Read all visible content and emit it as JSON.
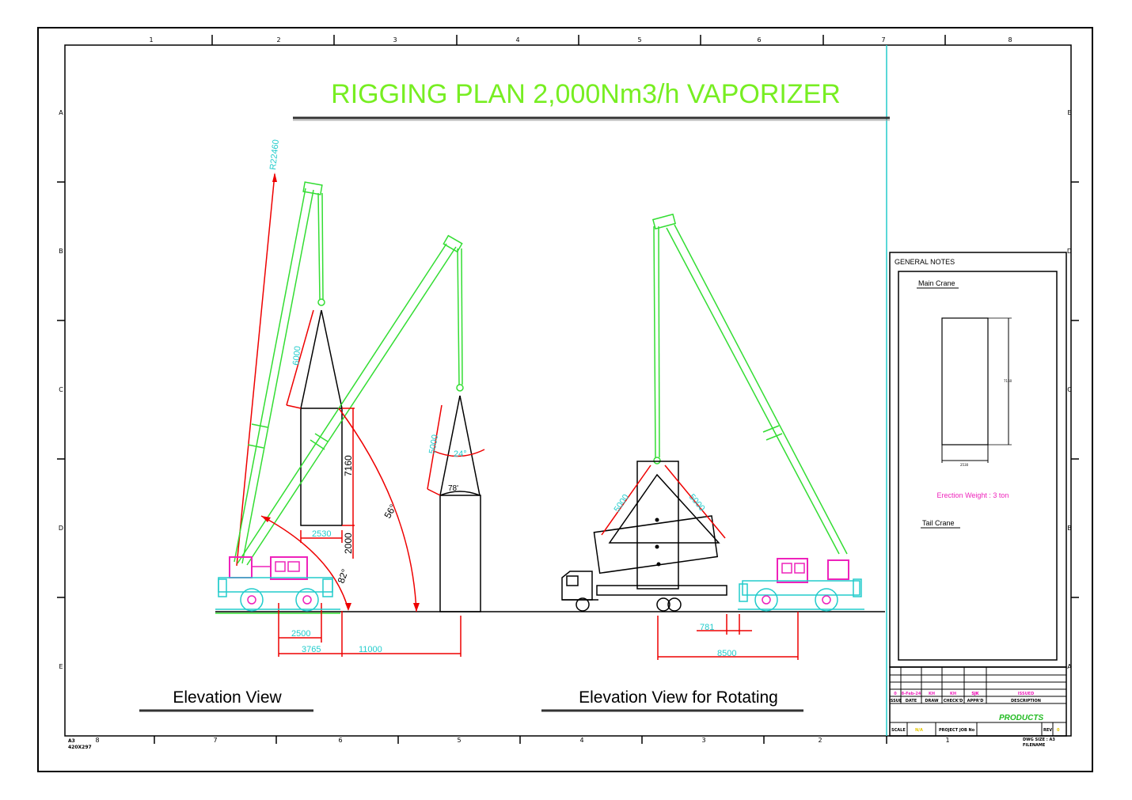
{
  "title": "RIGGING  PLAN  2,000Nm3/h VAPORIZER",
  "colors": {
    "crane_boom": "#33dd33",
    "dimension": "#ee0000",
    "dimension_text": "#22cccc",
    "cab": "#ee22bb",
    "chassis": "#22cccc",
    "title": "#77ee22",
    "frame": "#000000"
  },
  "border": {
    "top_zones": [
      "1",
      "2",
      "3",
      "4",
      "5",
      "6",
      "7",
      "8"
    ],
    "bottom_zones": [
      "8",
      "7",
      "6",
      "5",
      "4",
      "3",
      "2",
      "1"
    ],
    "left_zones": [
      "A",
      "B",
      "C",
      "D",
      "E"
    ],
    "right_zones": [
      "E",
      "D",
      "C",
      "B",
      "A"
    ],
    "paper": [
      "A3",
      "420X297"
    ]
  },
  "views": {
    "left_label": "Elevation View",
    "right_label": "Elevation View for Rotating"
  },
  "dimensions": {
    "boom_length": "R22460",
    "sling_left": "6000",
    "height_vessel": "7160",
    "width_vessel": "2530",
    "base_height": "2000",
    "angle_82": "82°",
    "angle_56": "56°",
    "sling_mid": "5000",
    "angle_24": "24°",
    "angle_78": "78'",
    "dim_2500": "2500",
    "dim_3765": "3765",
    "dim_11000": "11000",
    "sling_rot_left": "5000",
    "sling_rot_right": "5000",
    "dim_781": "781",
    "dim_8500": "8500"
  },
  "notes_panel": {
    "heading": "GENERAL NOTES",
    "main_crane": "Main Crane",
    "tail_crane": "Tail Crane",
    "erection_weight": "Erection Weight : 3 ton",
    "small_dim_h": "7160",
    "small_dim_w": "2530"
  },
  "title_block": {
    "rev_row": [
      "0",
      "8-Feb-24",
      "KH",
      "KH",
      "SJK",
      "SJK",
      "ISSUED"
    ],
    "header_row": [
      "ISSUE",
      "DATE",
      "DRAW",
      "CHECK'D",
      "APPR'D",
      "DESCRIPTION"
    ],
    "company": "PRODUCTS",
    "scale_label": "SCALE",
    "scale_value": "N/A",
    "project_label": "PROJECT JOB No",
    "rev_label": "REV",
    "rev_value": "0",
    "size_label": "DWG SIZE : A3",
    "filename_label": "FILENAME"
  }
}
